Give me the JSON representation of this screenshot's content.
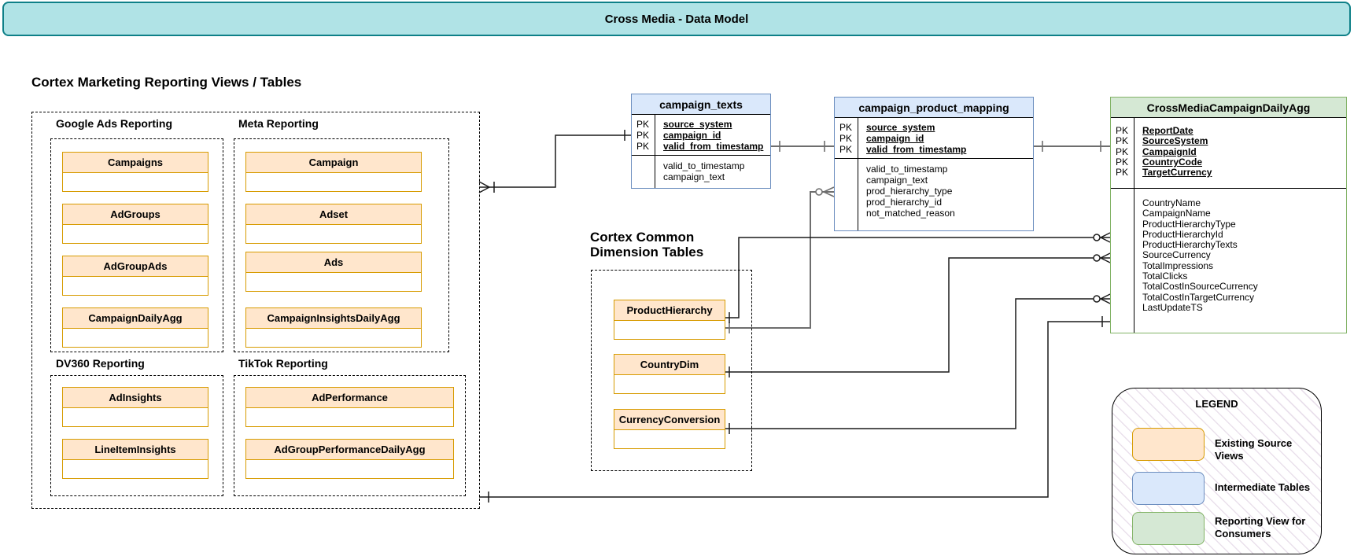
{
  "banner": {
    "title": "Cross Media - Data Model"
  },
  "marketing": {
    "heading": "Cortex Marketing Reporting Views / Tables",
    "groups": [
      {
        "label": "Google Ads Reporting",
        "views": [
          "Campaigns",
          "AdGroups",
          "AdGroupAds",
          "CampaignDailyAgg"
        ]
      },
      {
        "label": "Meta Reporting",
        "views": [
          "Campaign",
          "Adset",
          "Ads",
          "CampaignInsightsDailyAgg"
        ]
      },
      {
        "label": "DV360 Reporting",
        "views": [
          "AdInsights",
          "LineItemInsights"
        ]
      },
      {
        "label": "TikTok Reporting",
        "views": [
          "AdPerformance",
          "AdGroupPerformanceDailyAgg"
        ]
      }
    ]
  },
  "dimensions": {
    "heading_line1": "Cortex Common",
    "heading_line2": "Dimension Tables",
    "tables": [
      {
        "name": "ProductHierarchy"
      },
      {
        "name": "CountryDim"
      },
      {
        "name": "CurrencyConversion"
      }
    ]
  },
  "er_tables": {
    "campaign_texts": {
      "title": "campaign_texts",
      "pk_label": "PK",
      "pk_fields": [
        "source_system",
        "campaign_id",
        "valid_from_timestamp"
      ],
      "fields": [
        "valid_to_timestamp",
        "campaign_text"
      ]
    },
    "campaign_product_mapping": {
      "title": "campaign_product_mapping",
      "pk_label": "PK",
      "pk_fields": [
        "source_system",
        "campaign_id",
        "valid_from_timestamp"
      ],
      "fields": [
        "valid_to_timestamp",
        "campaign_text",
        "prod_hierarchy_type",
        "prod_hierarchy_id",
        "not_matched_reason"
      ]
    },
    "cross_media_campaign_daily_agg": {
      "title": "CrossMediaCampaignDailyAgg",
      "pk_label": "PK",
      "pk_fields": [
        "ReportDate",
        "SourceSystem",
        "CampaignId",
        "CountryCode",
        "TargetCurrency"
      ],
      "fields": [
        "CountryName",
        "CampaignName",
        "ProductHierarchyType",
        "ProductHierarchyId",
        "ProductHierarchyTexts",
        "SourceCurrency",
        "TotalImpressions",
        "TotalClicks",
        "TotalCostInSourceCurrency",
        "TotalCostInTargetCurrency",
        "LastUpdateTS"
      ]
    }
  },
  "legend": {
    "title": "LEGEND",
    "items": [
      {
        "label": "Existing Source Views",
        "fill": "#ffe6cc",
        "border": "#d79b00"
      },
      {
        "label": "Intermediate Tables",
        "fill": "#dae8fb",
        "border": "#6c8ebf"
      },
      {
        "label": "Reporting View for Consumers",
        "fill": "#d5e8d4",
        "border": "#82b366"
      }
    ]
  },
  "colors": {
    "banner_fill": "#b0e3e6",
    "banner_border": "#0e8088",
    "source_view_fill": "#ffe6cc",
    "source_view_border": "#d79b00",
    "intermediate_fill": "#dae8fb",
    "intermediate_border": "#6c8ebf",
    "reporting_fill": "#d5e8d4",
    "reporting_border": "#82b366"
  }
}
